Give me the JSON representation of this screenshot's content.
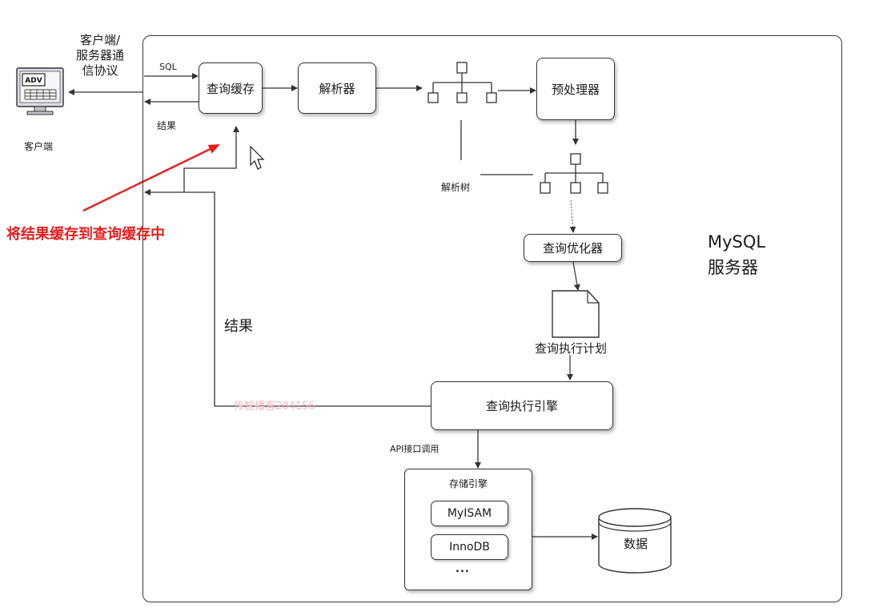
{
  "client": {
    "icon_text": "ADV",
    "label": "客户端"
  },
  "protocol": {
    "lines": [
      "客户端/",
      "服务器通",
      "信协议"
    ]
  },
  "labels": {
    "sql": "SQL",
    "result_small": "结果",
    "parse_tree": "解析树",
    "result_large": "结果",
    "execution_plan": "查询执行计划",
    "api_call": "API接口调用"
  },
  "nodes": {
    "query_cache": "查询缓存",
    "parser": "解析器",
    "preprocessor": "预处理器",
    "optimizer": "查询优化器",
    "execution_engine": "查询执行引擎",
    "data": "数据"
  },
  "storage_engine": {
    "title": "存储引擎",
    "engines": [
      "MyISAM",
      "InnoDB"
    ],
    "more": "..."
  },
  "server": {
    "lines": [
      "MySQL",
      "服务器"
    ]
  },
  "annotation": {
    "text": "将结果缓存到查询缓存中",
    "color": "#e41e1e"
  },
  "watermark": "传智播客204156",
  "colors": {
    "line": "#333333",
    "annotation": "#e41e1e",
    "watermark": "#f2b8c0"
  }
}
